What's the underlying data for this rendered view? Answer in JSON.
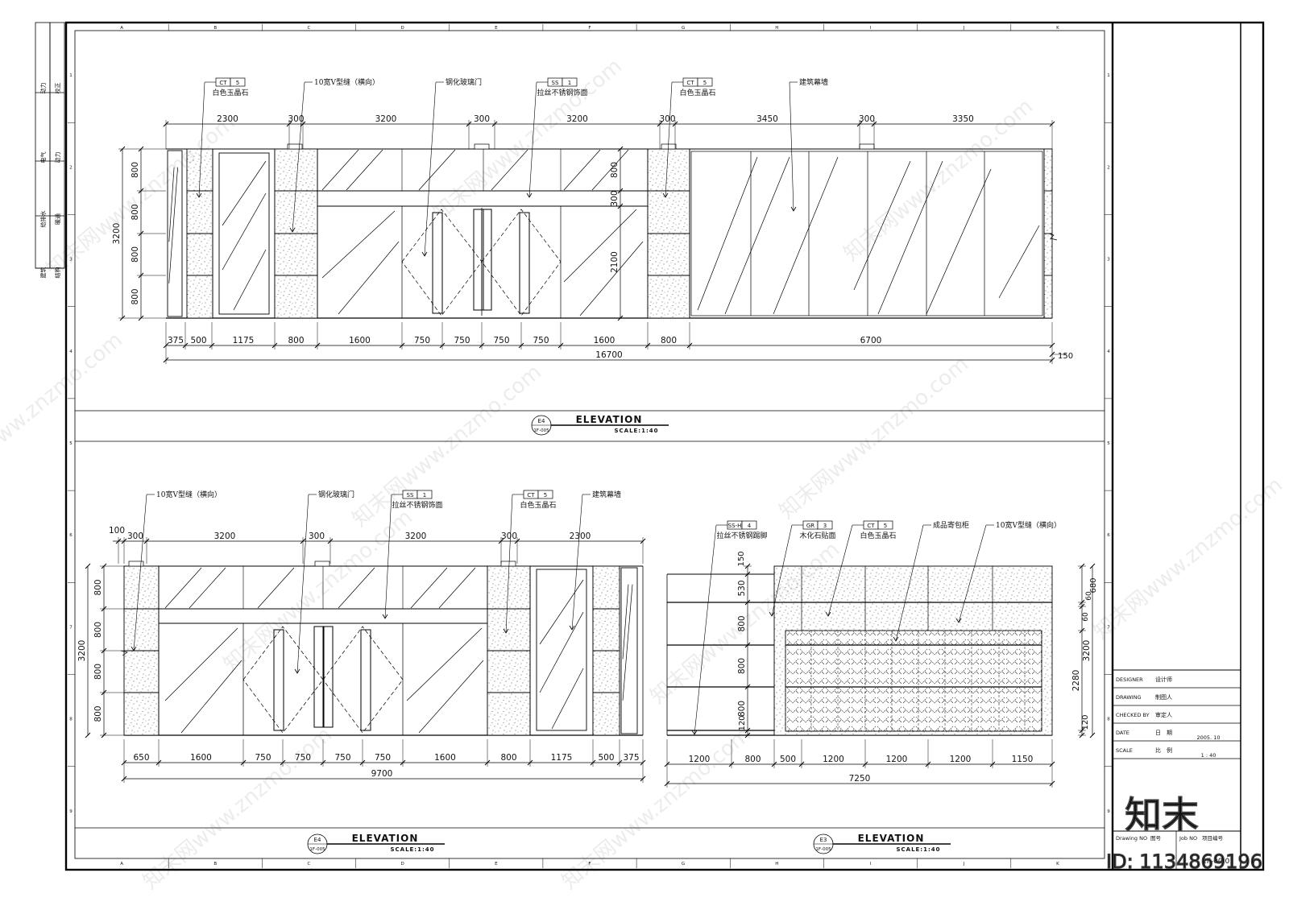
{
  "grid_letters": [
    "A",
    "B",
    "C",
    "D",
    "E",
    "F",
    "G",
    "H",
    "I",
    "J",
    "K"
  ],
  "grid_numbers": [
    "1",
    "2",
    "3",
    "4",
    "5",
    "6",
    "7",
    "8",
    "9"
  ],
  "left_strip": [
    [
      "动力",
      "校正"
    ],
    [
      "电气",
      "动力"
    ],
    [
      "给排水",
      "暖通"
    ],
    [
      "建筑",
      "结构"
    ]
  ],
  "title_block": {
    "rows": [
      {
        "en": "DESIGNER",
        "cn": "设计师",
        "val": ""
      },
      {
        "en": "DRAWING",
        "cn": "制图人",
        "val": ""
      },
      {
        "en": "CHECKED BY",
        "cn": "审定人",
        "val": ""
      },
      {
        "en": "DATE",
        "cn": "日　期",
        "val": "2005. 10"
      },
      {
        "en": "SCALE",
        "cn": "比　例",
        "val": "1 : 40"
      }
    ],
    "drawing_no_en": "Drawing NO",
    "drawing_no_cn": "图号",
    "job_no_en": "Job NO",
    "job_no_cn": "项目编号",
    "sheet_code": "1F-00 0"
  },
  "watermark": {
    "logo": "知末",
    "id": "ID: 1134869196",
    "site": "知末网www.znzmo.com"
  },
  "titles": [
    {
      "tag": "E4",
      "ref": "1F-005",
      "label": "ELEVATION",
      "scale": "SCALE:1:40"
    },
    {
      "tag": "E4",
      "ref": "1F-005",
      "label": "ELEVATION",
      "scale": "SCALE:1:40"
    },
    {
      "tag": "E3",
      "ref": "1F-005",
      "label": "ELEVATION",
      "scale": "SCALE:1:40"
    }
  ],
  "top": {
    "tags": [
      {
        "code": "CT",
        "num": "5",
        "text": "白色玉晶石"
      },
      {
        "code": "",
        "num": "",
        "text": "10宽V型缝（横向）"
      },
      {
        "code": "",
        "num": "",
        "text": "钢化玻璃门"
      },
      {
        "code": "SS",
        "num": "1",
        "text": "拉丝不锈钢饰面"
      },
      {
        "code": "CT",
        "num": "5",
        "text": "白色玉晶石"
      },
      {
        "code": "",
        "num": "",
        "text": "建筑幕墙"
      }
    ],
    "dims_top": [
      "2300",
      "300",
      "3200",
      "300",
      "3200",
      "300",
      "3450",
      "300",
      "3350"
    ],
    "dims_bottom": [
      "375",
      "500",
      "1175",
      "800",
      "1600",
      "750",
      "750",
      "750",
      "750",
      "1600",
      "800",
      "6700"
    ],
    "dims_left": [
      "800",
      "800",
      "800",
      "800"
    ],
    "total_left": "3200",
    "dims_mid": [
      "800",
      "300",
      "2100"
    ],
    "total_bottom": "16700",
    "extra_right": "150"
  },
  "bl": {
    "tags": [
      {
        "code": "",
        "num": "",
        "text": "10宽V型缝（横向）"
      },
      {
        "code": "",
        "num": "",
        "text": "钢化玻璃门"
      },
      {
        "code": "SS",
        "num": "1",
        "text": "拉丝不锈钢饰面"
      },
      {
        "code": "CT",
        "num": "5",
        "text": "白色玉晶石"
      },
      {
        "code": "",
        "num": "",
        "text": "建筑幕墙"
      }
    ],
    "dims_top": [
      "100",
      "300",
      "3200",
      "300",
      "3200",
      "300",
      "2300"
    ],
    "dims_bottom": [
      "650",
      "1600",
      "750",
      "750",
      "750",
      "750",
      "1600",
      "800",
      "1175",
      "500",
      "375"
    ],
    "dims_left": [
      "800",
      "800",
      "800",
      "800"
    ],
    "total_left": "3200",
    "total_bottom": "9700"
  },
  "br": {
    "tags": [
      {
        "code": "SS-H",
        "num": "4",
        "text": "拉丝不锈钢踢脚"
      },
      {
        "code": "GR",
        "num": "3",
        "text": "木化石贴面"
      },
      {
        "code": "CT",
        "num": "5",
        "text": "白色玉晶石"
      },
      {
        "code": "",
        "num": "",
        "text": "成品寄包柜"
      },
      {
        "code": "",
        "num": "",
        "text": "10宽V型缝（横向）"
      }
    ],
    "dims_left": [
      "150",
      "530",
      "800",
      "800",
      "800",
      "120"
    ],
    "dims_right": [
      "680",
      "60",
      "60",
      "2280",
      "120"
    ],
    "total_right": "3200",
    "dims_bottom": [
      "1200",
      "800",
      "500",
      "1200",
      "1200",
      "1200",
      "1150"
    ],
    "total_bottom": "7250"
  }
}
